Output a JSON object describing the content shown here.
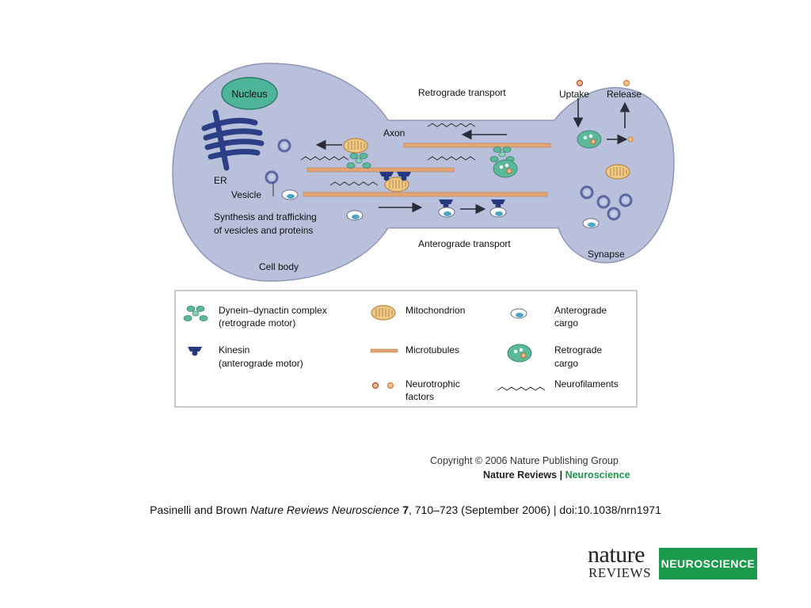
{
  "diagram": {
    "labels": {
      "nucleus": "Nucleus",
      "er": "ER",
      "vesicle": "Vesicle",
      "synthesis_line1": "Synthesis and trafficking",
      "synthesis_line2": "of vesicles and proteins",
      "cell_body": "Cell body",
      "axon": "Axon",
      "retrograde_transport": "Retrograde transport",
      "anterograde_transport": "Anterograde transport",
      "uptake": "Uptake",
      "release": "Release",
      "synapse": "Synapse"
    },
    "legend": {
      "dynein_line1": "Dynein–dynactin complex",
      "dynein_line2": "(retrograde motor)",
      "kinesin_line1": "Kinesin",
      "kinesin_line2": "(anterograde motor)",
      "mitochondrion": "Mitochondrion",
      "microtubules": "Microtubules",
      "neurotrophic_line1": "Neurotrophic",
      "neurotrophic_line2": "factors",
      "anterograde_cargo_line1": "Anterograde",
      "anterograde_cargo_line2": "cargo",
      "retrograde_cargo_line1": "Retrograde",
      "retrograde_cargo_line2": "cargo",
      "neurofilaments": "Neurofilaments"
    },
    "colors": {
      "cell_fill": "#b9c0dc",
      "cell_stroke": "#8f97b8",
      "nucleus": "#4fb59a",
      "er": "#2c3f86",
      "microtubule": "#e2a676",
      "kinesin": "#253a7e",
      "retro_cargo": "#5bb89a",
      "mito": "#eec887"
    }
  },
  "copyright": {
    "text": "Copyright © 2006 Nature Publishing Group",
    "brand_left": "Nature Reviews",
    "separator": "|",
    "brand_right": "Neuroscience"
  },
  "citation": {
    "authors": "Pasinelli and Brown",
    "journal": "Nature Reviews Neuroscience",
    "volume": "7",
    "rest": ", 710–723 (September 2006) | doi:10.1038/nrn1971"
  },
  "logo": {
    "nature": "nature",
    "reviews": "REVIEWS",
    "neuroscience": "NEUROSCIENCE"
  }
}
